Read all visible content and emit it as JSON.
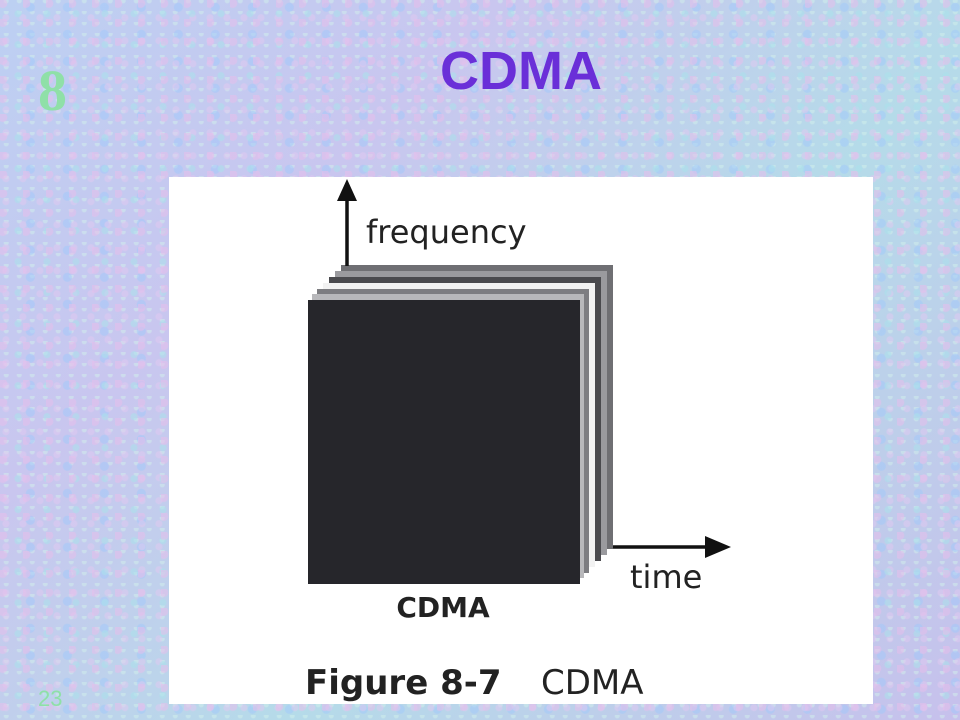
{
  "slide": {
    "number": "8",
    "title": "CDMA",
    "page": "23"
  },
  "figure": {
    "y_axis_label": "frequency",
    "x_axis_label": "time",
    "block_label": "CDMA",
    "caption_label": "Figure 8-7",
    "caption_text": "CDMA"
  },
  "colors": {
    "title": "#6a2fd8",
    "slide_number": "#8fe0a8",
    "front_block": "#26262b"
  }
}
